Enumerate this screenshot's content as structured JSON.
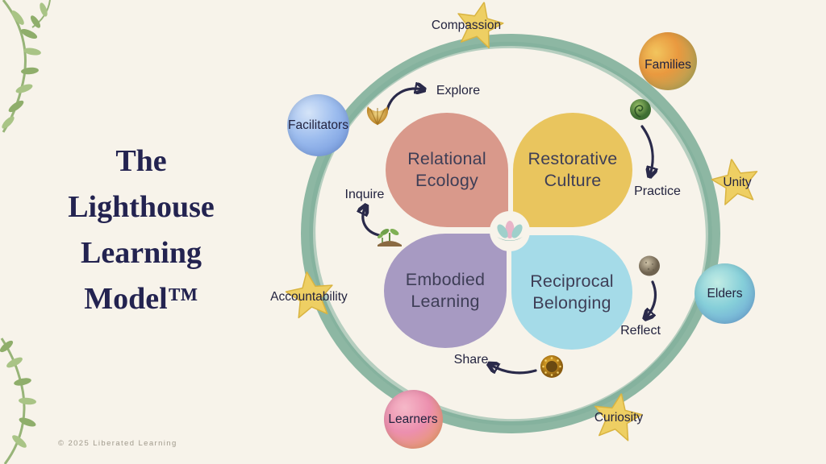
{
  "title": {
    "lines": [
      "The",
      "Lighthouse",
      "Learning",
      "Model™"
    ]
  },
  "footer": {
    "copyright": "© 2025 Liberated Learning"
  },
  "center": {
    "icon": "lotus-icon"
  },
  "petals": [
    {
      "id": "relational-ecology",
      "label": "Relational Ecology",
      "color": "#d9998b"
    },
    {
      "id": "restorative-culture",
      "label": "Restorative Culture",
      "color": "#e9c55e"
    },
    {
      "id": "embodied-learning",
      "label": "Embodied Learning",
      "color": "#a79ac2"
    },
    {
      "id": "reciprocal-belonging",
      "label": "Reciprocal Belonging",
      "color": "#a5dbe8"
    }
  ],
  "actions": [
    {
      "label": "Explore",
      "icon": "shell-icon"
    },
    {
      "label": "Inquire",
      "icon": "sprout-icon"
    },
    {
      "label": "Practice",
      "icon": "fern-icon"
    },
    {
      "label": "Reflect",
      "icon": "stone-icon"
    },
    {
      "label": "Share",
      "icon": "seedpod-icon"
    }
  ],
  "outer_nodes": [
    {
      "label": "Compassion",
      "marker": "star"
    },
    {
      "label": "Families",
      "marker": "watercolor-circle"
    },
    {
      "label": "Unity",
      "marker": "star"
    },
    {
      "label": "Elders",
      "marker": "watercolor-circle"
    },
    {
      "label": "Curiosity",
      "marker": "star"
    },
    {
      "label": "Learners",
      "marker": "watercolor-circle"
    },
    {
      "label": "Accountability",
      "marker": "star"
    },
    {
      "label": "Facilitators",
      "marker": "watercolor-circle"
    }
  ],
  "colors": {
    "background": "#f7f3ea",
    "ring": "#8db7a3",
    "title_text": "#232350",
    "petal_relational": "#d9998b",
    "petal_restorative": "#e9c55e",
    "petal_embodied": "#a79ac2",
    "petal_reciprocal": "#a5dbe8",
    "star": "#eecf63",
    "arrow": "#2a2a4a",
    "vine_green": "#a9c486"
  }
}
